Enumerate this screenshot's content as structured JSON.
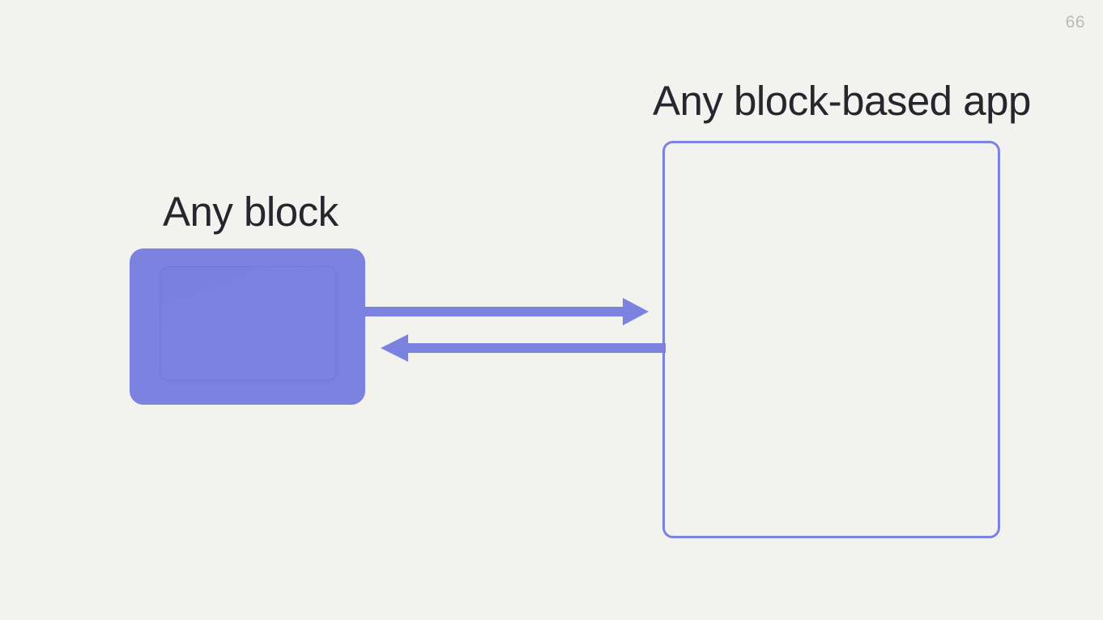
{
  "slide": {
    "page_number": "66",
    "background_color": "#f2f3ee",
    "accent_color": "#7b82e0",
    "text_color": "#26262e",
    "page_number_color": "#b9bcb6"
  },
  "diagram": {
    "type": "two-node-bidirectional-flow",
    "nodes": [
      {
        "id": "any-block",
        "label": "Any block",
        "style": "filled",
        "fill_color": "#7b82e0"
      },
      {
        "id": "any-block-based-app",
        "label": "Any block-based app",
        "style": "outlined",
        "border_color": "#7b82e0"
      }
    ],
    "connections": [
      {
        "id": "block-to-app",
        "direction": "right",
        "from": "any-block",
        "to": "any-block-based-app",
        "color": "#7b82e0"
      },
      {
        "id": "app-to-block",
        "direction": "left",
        "from": "any-block-based-app",
        "to": "any-block",
        "color": "#7b82e0"
      }
    ]
  }
}
